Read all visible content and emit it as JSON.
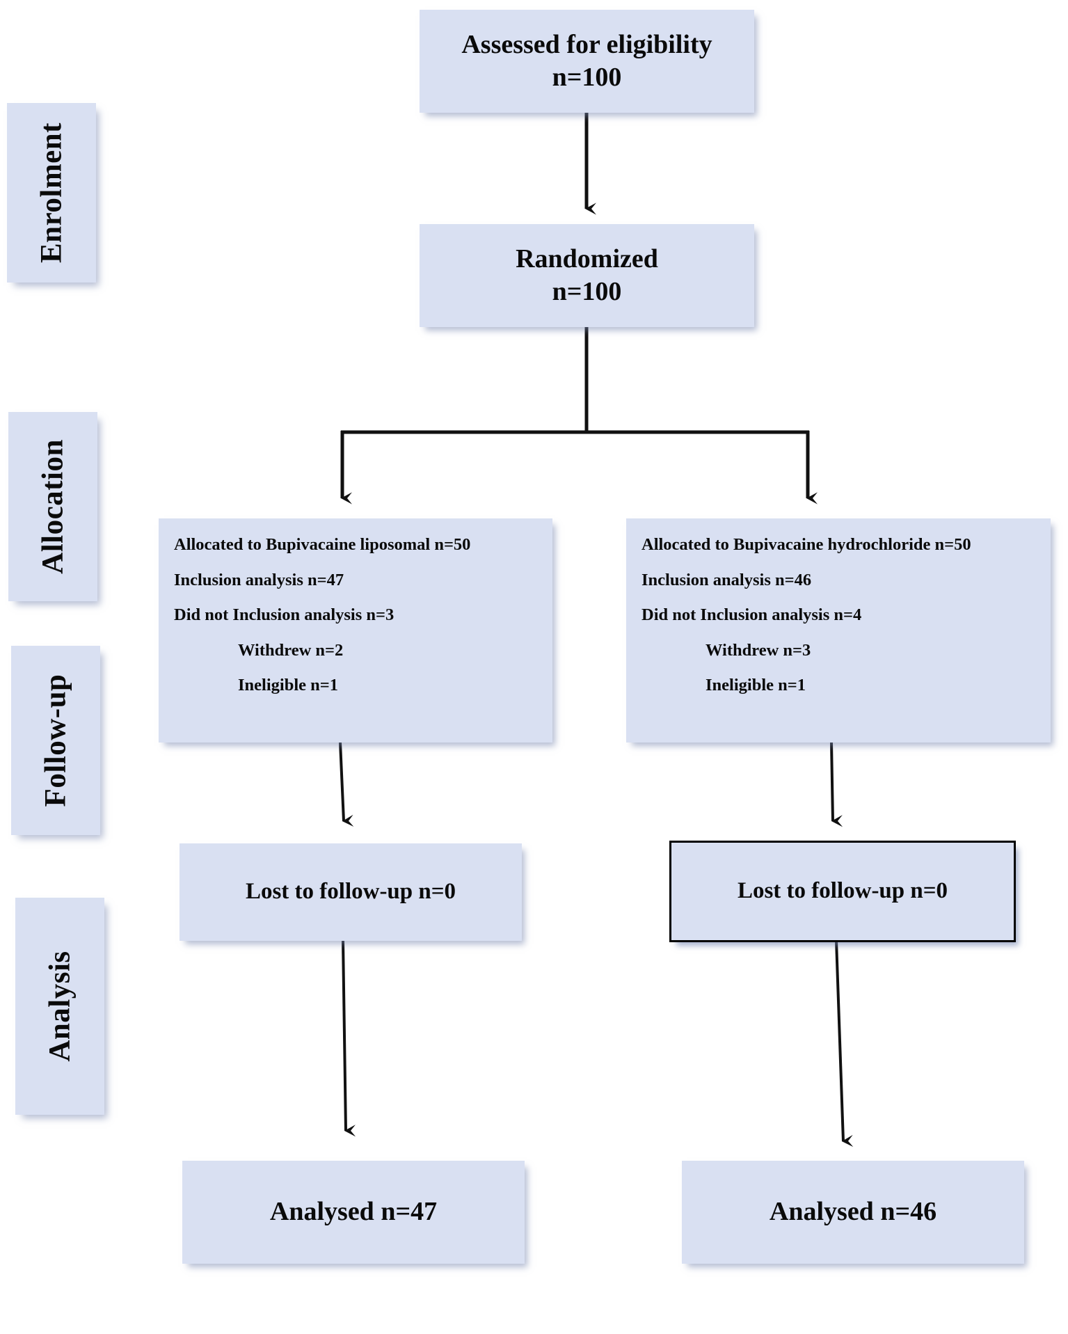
{
  "diagram": {
    "type": "consort-flow-diagram",
    "box_fill": "#d9e0f2",
    "arrow_color": "#111111"
  },
  "stages": [
    {
      "id": "enrolment",
      "label": "Enrolment"
    },
    {
      "id": "allocation",
      "label": "Allocation"
    },
    {
      "id": "followup",
      "label": "Follow-up"
    },
    {
      "id": "analysis",
      "label": "Analysis"
    }
  ],
  "nodes": {
    "eligibility": {
      "title": "Assessed for eligibility",
      "count": "n=100"
    },
    "randomized": {
      "title": "Randomized",
      "count": "n=100"
    },
    "allocation_left": {
      "allocated": "Allocated to Bupivacaine liposomal n=50",
      "included": "Inclusion analysis n=47",
      "not_included": "Did not Inclusion analysis n=3",
      "withdrew": "Withdrew n=2",
      "ineligible": "Ineligible n=1"
    },
    "allocation_right": {
      "allocated": "Allocated to Bupivacaine hydrochloride n=50",
      "included": "Inclusion analysis n=46",
      "not_included": "Did not Inclusion analysis n=4",
      "withdrew": "Withdrew n=3",
      "ineligible": "Ineligible n=1"
    },
    "followup_left": {
      "text": "Lost to follow-up n=0"
    },
    "followup_right": {
      "text": "Lost to follow-up n=0"
    },
    "analysis_left": {
      "text": "Analysed n=47"
    },
    "analysis_right": {
      "text": "Analysed n=46"
    }
  }
}
